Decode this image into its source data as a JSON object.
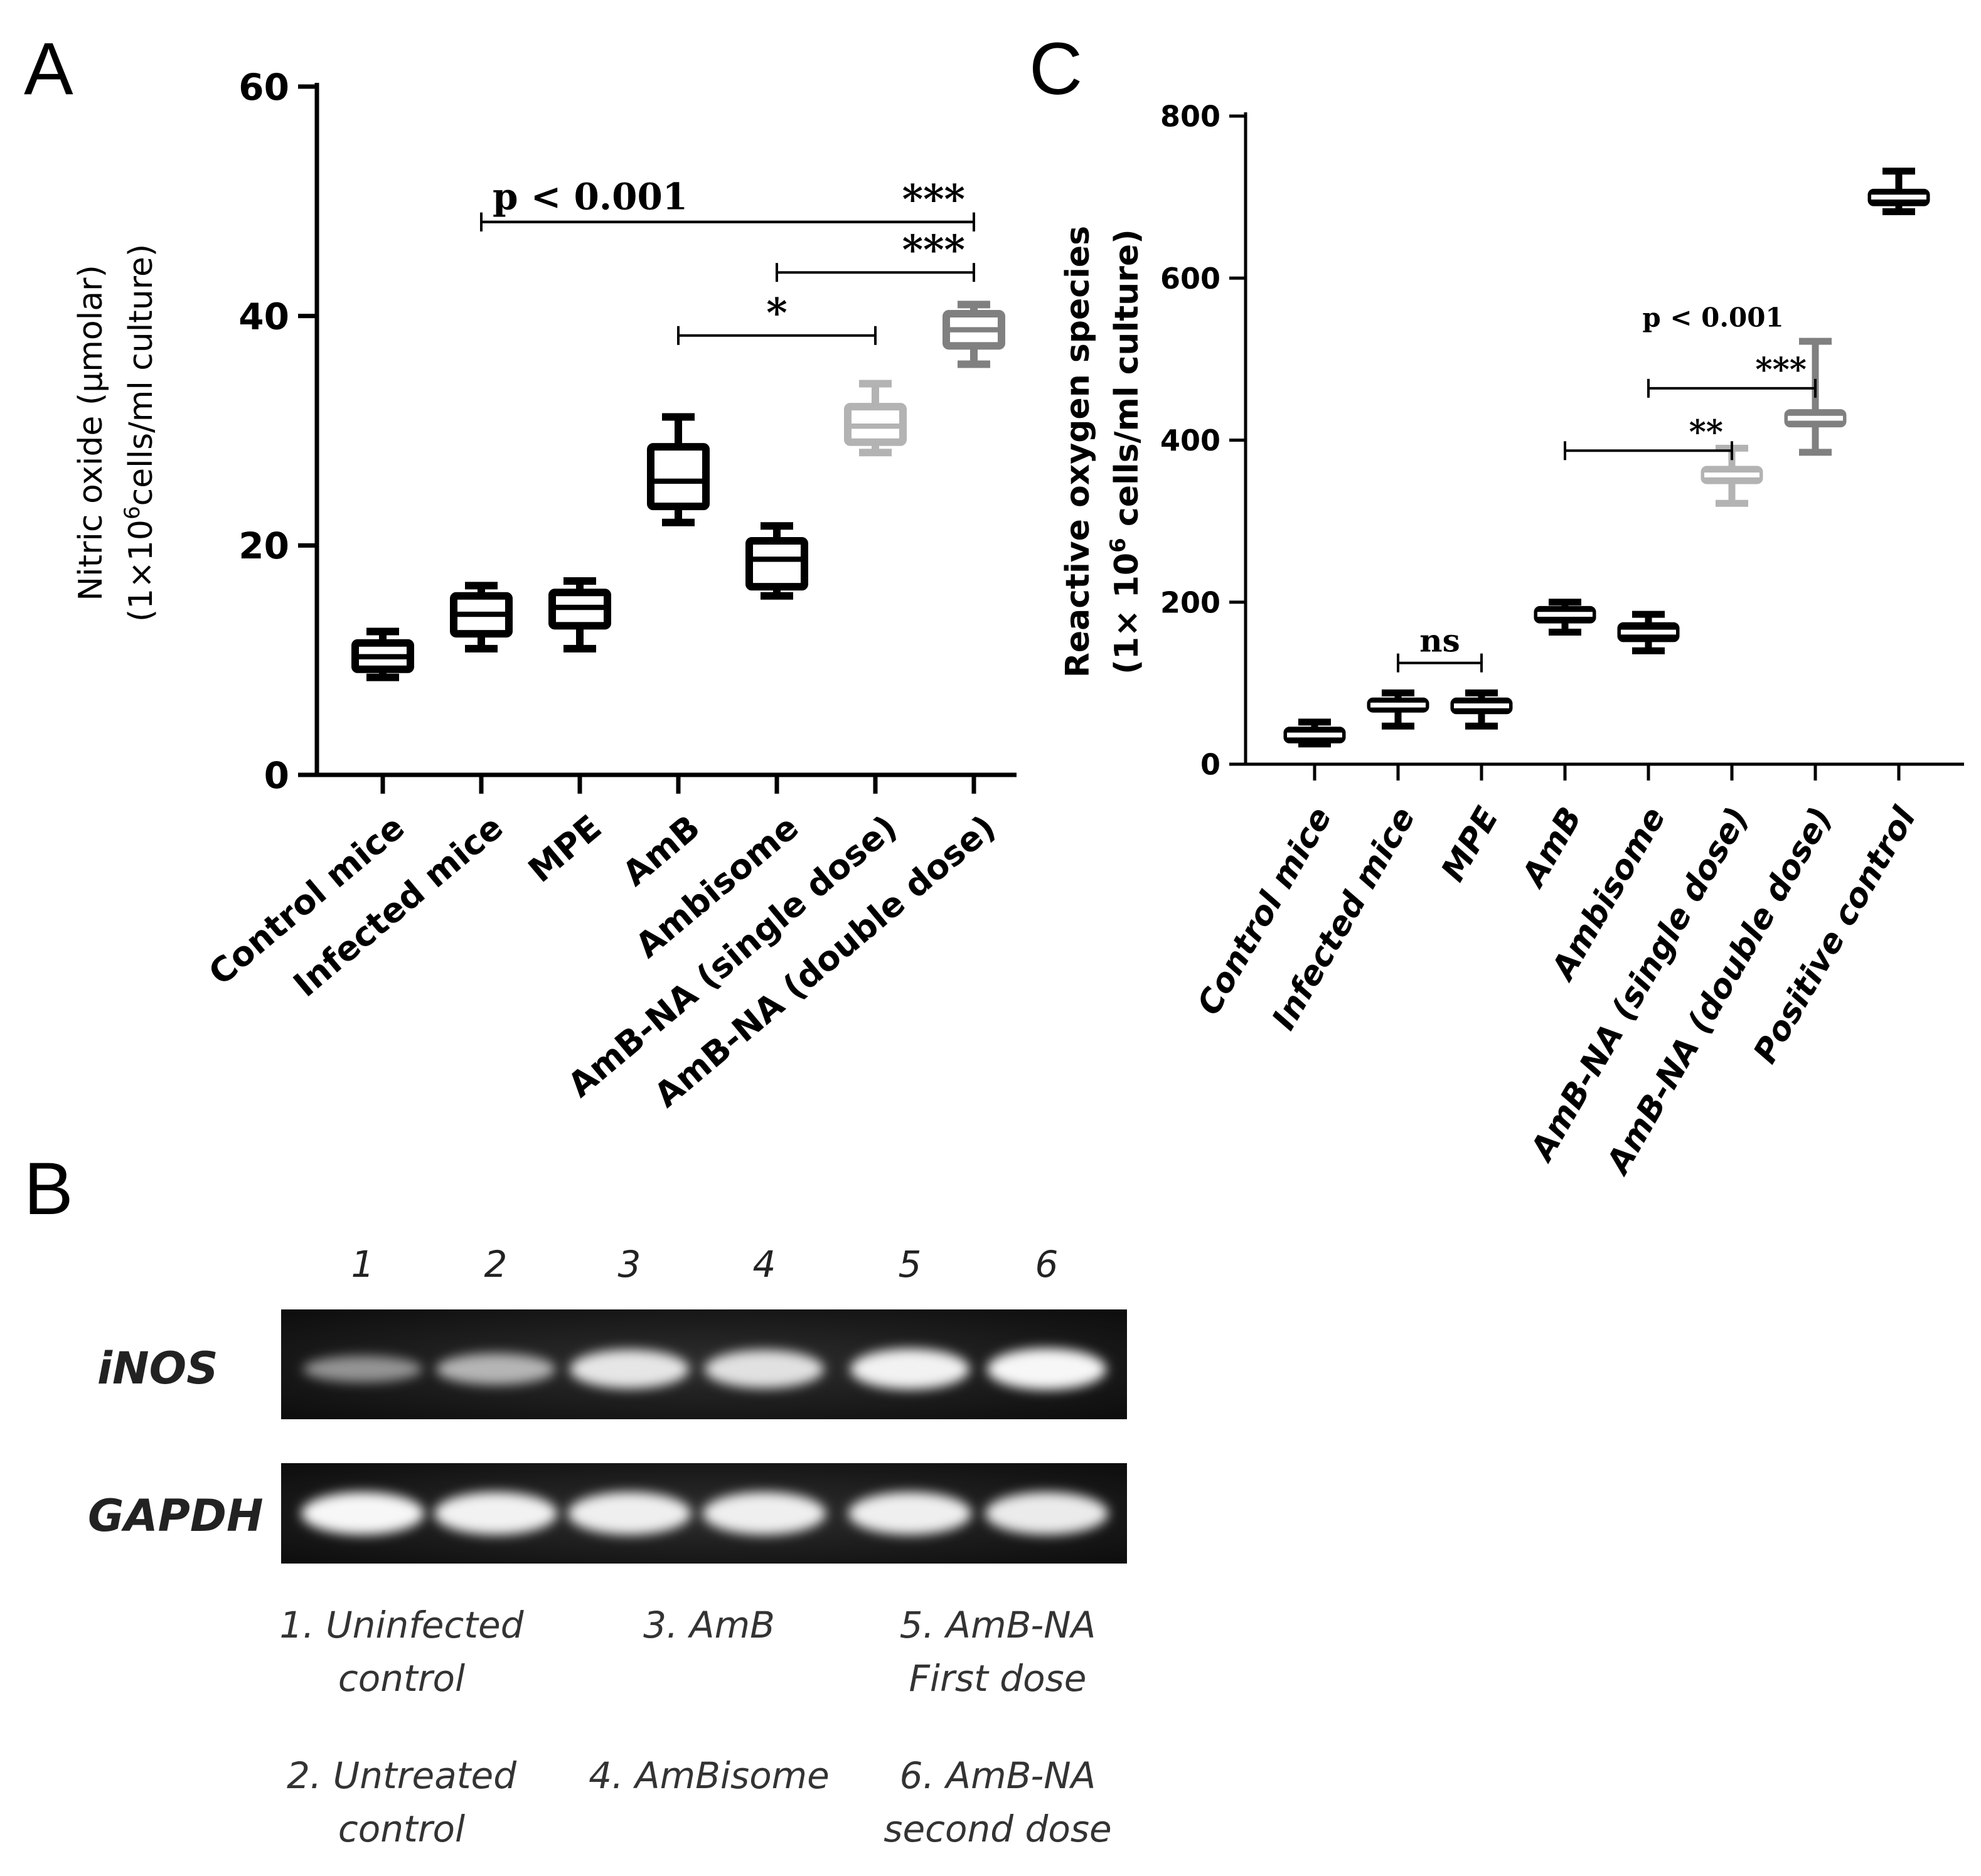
{
  "panels": {
    "A": {
      "letter": "A"
    },
    "B": {
      "letter": "B"
    },
    "C": {
      "letter": "C"
    }
  },
  "chart_data": [
    {
      "id": "A",
      "type": "box",
      "ylabel_line1": "Nitric oxide (µmolar)",
      "ylabel_line2_prefix": "(1×10",
      "ylabel_line2_sup": "6",
      "ylabel_line2_suffix": "cells/ml culture)",
      "ylim": [
        0,
        60
      ],
      "yticks": [
        "0",
        "20",
        "40",
        "60"
      ],
      "categories": [
        "Control mice",
        "Infected mice",
        "MPE",
        "AmB",
        "Ambisome",
        "AmB-NA (single dose)",
        "AmB-NA (double dose)"
      ],
      "colors": [
        "#000000",
        "#000000",
        "#000000",
        "#000000",
        "#000000",
        "#b3b3b3",
        "#808080"
      ],
      "boxes": [
        {
          "min": 8.5,
          "q1": 9.2,
          "median": 10.3,
          "q3": 11.5,
          "max": 12.5
        },
        {
          "min": 11.0,
          "q1": 12.3,
          "median": 14.0,
          "q3": 15.6,
          "max": 16.5
        },
        {
          "min": 11.0,
          "q1": 13.0,
          "median": 14.6,
          "q3": 15.9,
          "max": 16.9
        },
        {
          "min": 22.0,
          "q1": 23.4,
          "median": 25.6,
          "q3": 28.6,
          "max": 31.2
        },
        {
          "min": 15.6,
          "q1": 16.4,
          "median": 18.8,
          "q3": 20.4,
          "max": 21.7
        },
        {
          "min": 28.1,
          "q1": 29.0,
          "median": 30.4,
          "q3": 32.1,
          "max": 34.1
        },
        {
          "min": 35.8,
          "q1": 37.4,
          "median": 38.8,
          "q3": 40.2,
          "max": 41.0
        }
      ],
      "annotations": [
        {
          "text": "p < 0.001",
          "from": 1,
          "to": 6,
          "y": 48.2,
          "label_pos": "left"
        },
        {
          "text": "***",
          "from": 1,
          "to": 6,
          "y": 48.2,
          "label_pos": "right"
        },
        {
          "text": "***",
          "from": 4,
          "to": 6,
          "y": 43.8,
          "label_pos": "right"
        },
        {
          "text": "*",
          "from": 3,
          "to": 5,
          "y": 38.3,
          "label_pos": "center"
        }
      ]
    },
    {
      "id": "C",
      "type": "box",
      "ylabel_line1": "Reactive oxygen species",
      "ylabel_line2_prefix": "(1× 10",
      "ylabel_line2_sup": "6",
      "ylabel_line2_suffix": " cells/ml culture)",
      "ylim": [
        0,
        800
      ],
      "yticks": [
        "0",
        "200",
        "400",
        "600",
        "800"
      ],
      "categories": [
        "Control mice",
        "Infected mice",
        "MPE",
        "AmB",
        "Ambisome",
        "AmB-NA (single dose)",
        "AmB-NA (double dose)",
        "Positive control"
      ],
      "colors": [
        "#000000",
        "#000000",
        "#000000",
        "#000000",
        "#000000",
        "#b3b3b3",
        "#808080",
        "#000000"
      ],
      "boxes": [
        {
          "min": 25,
          "q1": 30,
          "median": 36,
          "q3": 42,
          "max": 52
        },
        {
          "min": 47,
          "q1": 68,
          "median": 73,
          "q3": 78,
          "max": 88
        },
        {
          "min": 47,
          "q1": 66,
          "median": 72,
          "q3": 78,
          "max": 88
        },
        {
          "min": 163,
          "q1": 178,
          "median": 185,
          "q3": 191,
          "max": 200
        },
        {
          "min": 140,
          "q1": 155,
          "median": 163,
          "q3": 171,
          "max": 185
        },
        {
          "min": 322,
          "q1": 350,
          "median": 357,
          "q3": 364,
          "max": 390
        },
        {
          "min": 385,
          "q1": 420,
          "median": 427,
          "q3": 434,
          "max": 522
        },
        {
          "min": 682,
          "q1": 693,
          "median": 700,
          "q3": 706,
          "max": 732
        }
      ],
      "annotations": [
        {
          "text": "ns",
          "from": 1,
          "to": 2,
          "y": 125,
          "label_pos": "center"
        },
        {
          "text": "**",
          "from": 3,
          "to": 5,
          "y": 387,
          "label_pos": "right"
        },
        {
          "text": "***",
          "from": 4,
          "to": 6,
          "y": 464,
          "label_pos": "right"
        },
        {
          "text": "p < 0.001",
          "from": 4,
          "to": 6,
          "y": 540,
          "label_pos": "textonly"
        }
      ]
    }
  ],
  "gel": {
    "lane_numbers": [
      "1",
      "2",
      "3",
      "4",
      "5",
      "6"
    ],
    "genes": [
      "iNOS",
      "GAPDH"
    ],
    "inos_intensity": [
      0.35,
      0.55,
      0.85,
      0.82,
      0.92,
      0.95
    ],
    "gapdh_intensity": [
      0.95,
      0.92,
      0.9,
      0.9,
      0.9,
      0.88
    ],
    "legend": [
      [
        "1. Uninfected",
        "control"
      ],
      [
        "2. Untreated",
        "control"
      ],
      [
        "3. AmB"
      ],
      [
        "4. AmBisome"
      ],
      [
        "5. AmB-NA",
        "First dose"
      ],
      [
        "6. AmB-NA",
        "second dose"
      ]
    ]
  }
}
